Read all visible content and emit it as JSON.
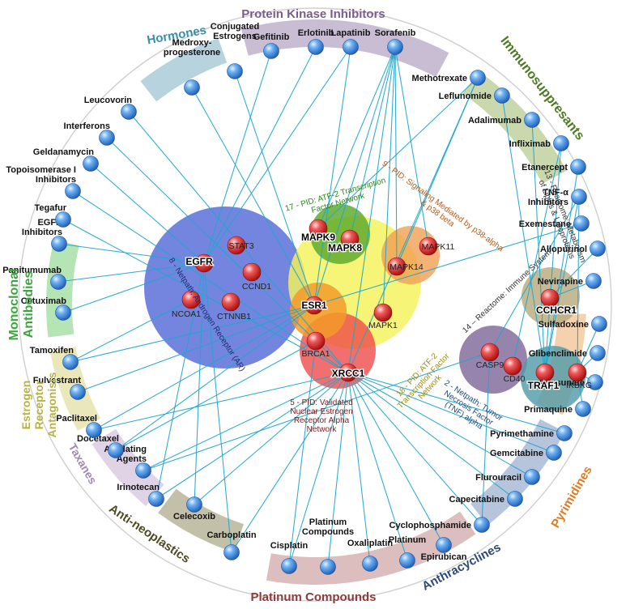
{
  "colors": {
    "edge": "#1fa7cf",
    "arc_ring": "#cfcfcf"
  },
  "groups": [
    {
      "id": "g-protein-kinase",
      "label": "Protein Kinase Inhibitors",
      "color": "#7a5c8e",
      "band": "#bfb1cc"
    },
    {
      "id": "g-hormones",
      "label": "Hormones",
      "color": "#3a8faa",
      "band": "#a9cbd8"
    },
    {
      "id": "g-immuno",
      "label": "Immunosuppresants",
      "color": "#4b7a22",
      "band": "#c1d1a0"
    },
    {
      "id": "g-monoclonal",
      "label": "Monoclonal Antibodies",
      "color": "#3aa53a",
      "band": "#a8e0a8"
    },
    {
      "id": "g-estrogen",
      "label": "Estrogen Receptor Antagonists",
      "color": "#b6b24a",
      "band": "#e6e4ae"
    },
    {
      "id": "g-taxanes",
      "label": "Taxanes",
      "color": "#a487b2",
      "band": "#dccbe2"
    },
    {
      "id": "g-antineo",
      "label": "Anti-neoplastics",
      "color": "#4d4a22",
      "band": "#b8b59a"
    },
    {
      "id": "g-platinum",
      "label": "Platinum Compounds",
      "color": "#8e3a3a",
      "band": "#d7b3b3"
    },
    {
      "id": "g-anthra",
      "label": "Anthracyclines",
      "color": "#2e4a7a",
      "band": "#aabbd6"
    },
    {
      "id": "g-pyrimidines",
      "label": "Pyrimidines",
      "color": "#e07a22",
      "band": "#f3c9a0"
    }
  ],
  "drugs": [
    {
      "id": "gefitinib",
      "label": "Gefitinib"
    },
    {
      "id": "erlotinib",
      "label": "Erlotinib"
    },
    {
      "id": "lapatinib",
      "label": "Lapatinib"
    },
    {
      "id": "sorafenib",
      "label": "Sorafenib"
    },
    {
      "id": "conj-estrogens",
      "label": "Conjugated\nEstrogens"
    },
    {
      "id": "medroxy",
      "label": "Medroxy-\nprogesterone"
    },
    {
      "id": "methotrexate",
      "label": "Methotrexate"
    },
    {
      "id": "leflunomide",
      "label": "Leflunomide"
    },
    {
      "id": "adalimumab",
      "label": "Adalimumab"
    },
    {
      "id": "infliximab",
      "label": "Infliximab"
    },
    {
      "id": "etanercept",
      "label": "Etanercept"
    },
    {
      "id": "tnf-inhibitors",
      "label": "TNF-α\nInhibitors"
    },
    {
      "id": "exemestane",
      "label": "Exemestane"
    },
    {
      "id": "allopurinol",
      "label": "Allopurinol"
    },
    {
      "id": "nevirapine",
      "label": "Nevirapine"
    },
    {
      "id": "sulfadoxine",
      "label": "Sulfadoxine"
    },
    {
      "id": "glibenclimide",
      "label": "Glibenclimide"
    },
    {
      "id": "artesunate",
      "label": "Artesunate"
    },
    {
      "id": "primaquine",
      "label": "Primaquine"
    },
    {
      "id": "pyrimethamine",
      "label": "Pyrimethamine"
    },
    {
      "id": "gemcitabine",
      "label": "Gemcitabine"
    },
    {
      "id": "flurouracil",
      "label": "Flurouracil"
    },
    {
      "id": "capecitabine",
      "label": "Capecitabine"
    },
    {
      "id": "cyclophosphamide",
      "label": "Cyclophosphamide"
    },
    {
      "id": "epirubican",
      "label": "Epirubican"
    },
    {
      "id": "platinum",
      "label": "Platinum"
    },
    {
      "id": "oxaliplatin",
      "label": "Oxaliplatin"
    },
    {
      "id": "platinum-compounds",
      "label": "Platinum\nCompounds"
    },
    {
      "id": "cisplatin",
      "label": "Cisplatin"
    },
    {
      "id": "carboplatin",
      "label": "Carboplatin"
    },
    {
      "id": "celecoxib",
      "label": "Celecoxib"
    },
    {
      "id": "irinotecan",
      "label": "Irinotecan"
    },
    {
      "id": "alkylating",
      "label": "Alkylating\nAgents"
    },
    {
      "id": "docetaxel",
      "label": "Docetaxel"
    },
    {
      "id": "paclitaxel",
      "label": "Paclitaxel"
    },
    {
      "id": "fulvestrant",
      "label": "Fulvestrant"
    },
    {
      "id": "tamoxifen",
      "label": "Tamoxifen"
    },
    {
      "id": "cetuximab",
      "label": "Cetuximab"
    },
    {
      "id": "panitumumab",
      "label": "Panitumumab"
    },
    {
      "id": "egfr-inhibitors",
      "label": "EGFR\nInhibitors"
    },
    {
      "id": "tegafur",
      "label": "Tegafur"
    },
    {
      "id": "topo1",
      "label": "Topoisomerase I\nInhibitors"
    },
    {
      "id": "geldanamycin",
      "label": "Geldanamycin"
    },
    {
      "id": "interferons",
      "label": "Interferons"
    },
    {
      "id": "leucovorin",
      "label": "Leucovorin"
    }
  ],
  "genes": [
    {
      "id": "EGFR",
      "label": "EGFR",
      "bold": true
    },
    {
      "id": "STAT3",
      "label": "STAT3",
      "bold": false
    },
    {
      "id": "CCND1",
      "label": "CCND1",
      "bold": false
    },
    {
      "id": "NCOA1",
      "label": "NCOA1",
      "bold": false
    },
    {
      "id": "CTNNB1",
      "label": "CTNNB1",
      "bold": false
    },
    {
      "id": "MAPK9",
      "label": "MAPK9",
      "bold": true
    },
    {
      "id": "MAPK8",
      "label": "MAPK8",
      "bold": true
    },
    {
      "id": "MAPK11",
      "label": "MAPK11",
      "bold": false
    },
    {
      "id": "MAPK14",
      "label": "MAPK14",
      "bold": false
    },
    {
      "id": "ESR1",
      "label": "ESR1",
      "bold": true
    },
    {
      "id": "MAPK1",
      "label": "MAPK1",
      "bold": false
    },
    {
      "id": "BRCA1",
      "label": "BRCA1",
      "bold": false
    },
    {
      "id": "XRCC1",
      "label": "XRCC1",
      "bold": true
    },
    {
      "id": "CCHCR1",
      "label": "CCHCR1",
      "bold": true
    },
    {
      "id": "CASP9",
      "label": "CASP9",
      "bold": false
    },
    {
      "id": "CD40",
      "label": "CD40",
      "bold": false
    },
    {
      "id": "TRAF1",
      "label": "TRAF1",
      "bold": true
    },
    {
      "id": "IKBKG",
      "label": "IKBKG",
      "bold": false
    }
  ],
  "pathways": [
    {
      "id": "p8",
      "label": "8 - Netpath: Androgen Receptor (AR)",
      "color": "#1f2a70"
    },
    {
      "id": "p17",
      "label": "17 - PID: ATF-2 Transcription\nFactor Network",
      "color": "#2a8a1a"
    },
    {
      "id": "p9",
      "label": "9 - PID: Signaling Mediated by p38-alpha\n& p38 beta",
      "color": "#b55a18"
    },
    {
      "id": "p13",
      "label": "13 - Reactome: Metabolism\nof Lipids & Lipoproteins",
      "color": "#333333"
    },
    {
      "id": "p14",
      "label": "14 – Reactome: Immune System",
      "color": "#333333"
    },
    {
      "id": "p18",
      "label": "18 - PID: ATF-2\nTranscription Factor\nNetwork",
      "color": "#9a8d12"
    },
    {
      "id": "p5",
      "label": "5 - PID: Validated\nNuclear Estrogen\nReceptor Alpha\nNetwork",
      "color": "#7a1a1a"
    },
    {
      "id": "p2",
      "label": "2 - Netpath: Tumor\nNecrosis Factor\n(TNF) alpha",
      "color": "#1f4a80"
    }
  ]
}
